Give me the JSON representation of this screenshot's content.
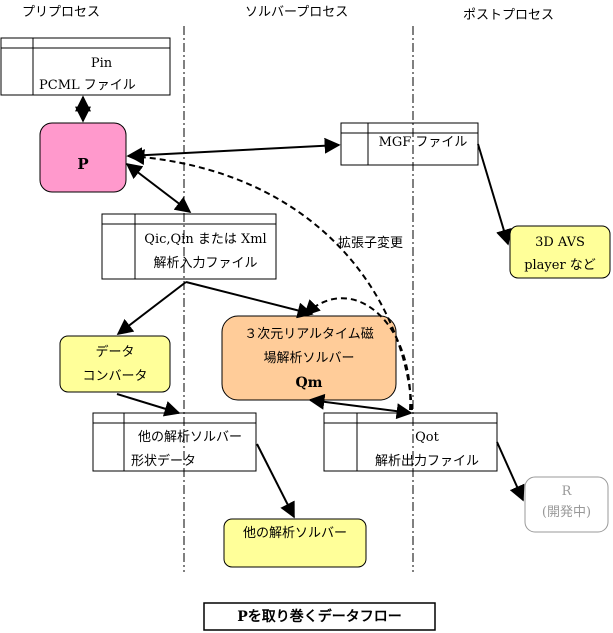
{
  "zones": {
    "pre": "プリプロセス",
    "solver": "ソルバープロセス",
    "post": "ポストプロセス"
  },
  "files": {
    "pin": {
      "line1": "Pin",
      "line2": "PCML ファイル"
    },
    "mgf": {
      "line1": "MGF ファイル"
    },
    "qic": {
      "line1": "Qic,Qin または Xml",
      "line2": "解析入力ファイル"
    },
    "other_shape": {
      "line1": "他の解析ソルバー",
      "line2": "形状データ"
    },
    "qot": {
      "line1": "Qot",
      "line2": "解析出力ファイル"
    }
  },
  "nodes": {
    "p": {
      "label": "P",
      "color": "#ff99cc"
    },
    "avs": {
      "line1": "3D AVS",
      "line2": "player など",
      "color": "#ffff99"
    },
    "converter": {
      "line1": "データ",
      "line2": "コンバータ",
      "color": "#ffff99"
    },
    "qm": {
      "line1": "３次元リアルタイム磁",
      "line2": "場解析ソルバー",
      "line3": "Qm",
      "color": "#ffcc99"
    },
    "other_solver": {
      "line1": "他の解析ソルバー",
      "color": "#ffff99"
    },
    "r": {
      "line1": "R",
      "line2": "(開発中)",
      "text_color": "#999999"
    }
  },
  "annotations": {
    "ext_change": "拡張子変更"
  },
  "footer": {
    "caption": "Pを取り巻くデータフロー"
  }
}
